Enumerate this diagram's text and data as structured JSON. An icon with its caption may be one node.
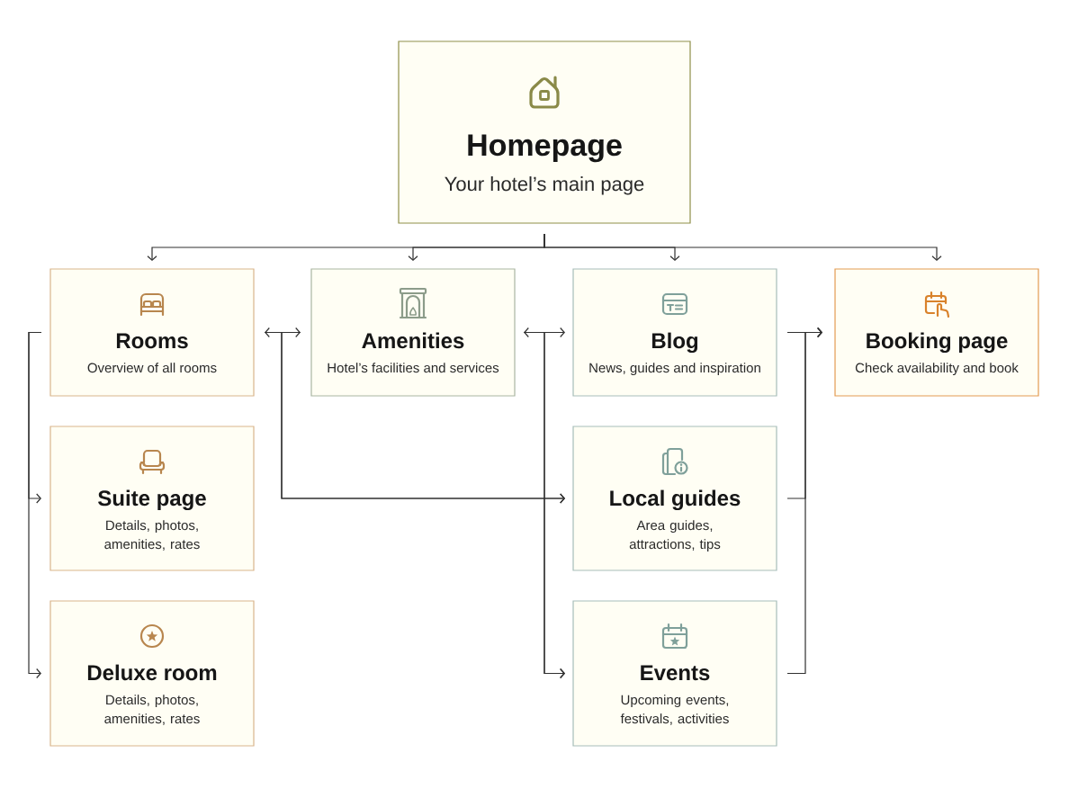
{
  "diagram": {
    "nodes": [
      {
        "text": [
          "Homepage",
          "Your hotel’s main page"
        ]
      },
      {
        "text": [
          "Rooms",
          "Overview of all rooms"
        ]
      },
      {
        "text": [
          "Amenities",
          "Hotel’s facilities and services"
        ]
      },
      {
        "text": [
          "Blog",
          "News, guides and inspiration"
        ]
      },
      {
        "text": [
          "Booking page",
          "Check availability and book"
        ]
      },
      {
        "text": [
          "Suite page",
          "Details, photos, amenities, rates"
        ]
      },
      {
        "text": [
          "Deluxe room",
          "Details, photos, amenities, rates"
        ]
      },
      {
        "text": [
          "Local guides",
          "Area guides, attractions, tips"
        ]
      },
      {
        "text": [
          "Events",
          "Upcoming events, festivals, activities"
        ]
      }
    ],
    "edges": [
      {
        "from": 0,
        "to": 1,
        "arrow": "to"
      },
      {
        "from": 0,
        "to": 2,
        "arrow": "to"
      },
      {
        "from": 0,
        "to": 3,
        "arrow": "to"
      },
      {
        "from": 0,
        "to": 4,
        "arrow": "to"
      },
      {
        "from": 1,
        "to": 5,
        "arrow": "to"
      },
      {
        "from": 1,
        "to": 6,
        "arrow": "to"
      },
      {
        "from": 1,
        "to": 2,
        "arrow": "both"
      },
      {
        "from": 1,
        "to": 7,
        "arrow": "to"
      },
      {
        "from": 2,
        "to": 7,
        "arrow": "to"
      },
      {
        "from": 2,
        "to": 3,
        "arrow": "both"
      },
      {
        "from": 2,
        "to": 8,
        "arrow": "to"
      },
      {
        "from": 3,
        "to": 8,
        "arrow": "to"
      },
      {
        "from": 3,
        "to": 4,
        "arrow": "to"
      },
      {
        "from": 7,
        "to": 4,
        "arrow": "to"
      },
      {
        "from": 8,
        "to": 4,
        "arrow": "to"
      }
    ]
  }
}
